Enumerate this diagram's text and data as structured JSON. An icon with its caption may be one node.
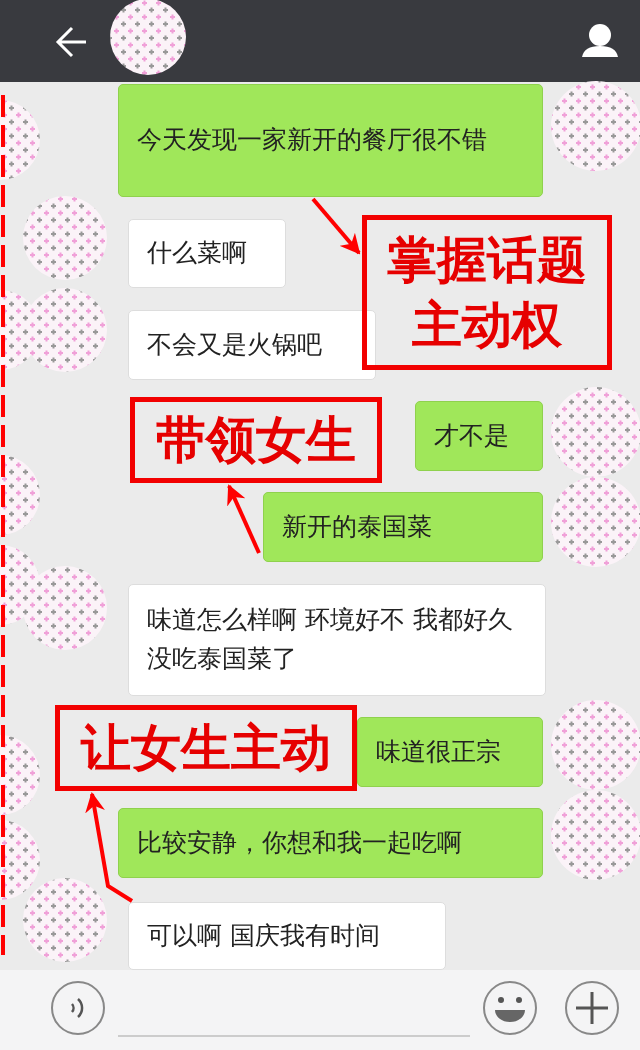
{
  "diagram": {
    "nodes": [
      {
        "text": [
          "今天发现一家新开的餐厅很不错"
        ]
      },
      {
        "text": [
          "掌握话题主动权"
        ]
      },
      {
        "text": [
          "什么菜啊"
        ]
      },
      {
        "text": [
          "不会又是火锅吧"
        ]
      },
      {
        "text": [
          "带领女生"
        ]
      },
      {
        "text": [
          "才不是"
        ]
      },
      {
        "text": [
          "新开的泰国菜"
        ]
      },
      {
        "text": [
          "味道怎么样啊 环境好不 我都好久没吃泰国菜了"
        ]
      },
      {
        "text": [
          "让女生主动"
        ]
      },
      {
        "text": [
          "味道很正宗"
        ]
      },
      {
        "text": [
          "比较安静，你想和我一起吃啊"
        ]
      },
      {
        "text": [
          "可以啊 国庆我有时间"
        ]
      }
    ],
    "edges": [
      {
        "from": 0,
        "to": 1,
        "arrow": "to"
      },
      {
        "from": 6,
        "to": 4,
        "arrow": "to"
      },
      {
        "from": 11,
        "to": 8,
        "arrow": "to"
      }
    ]
  }
}
